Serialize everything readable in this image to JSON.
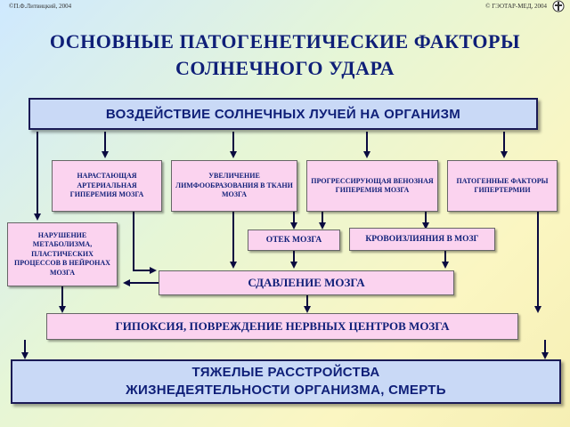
{
  "header": {
    "copyright_left": "©П.Ф.Литвицкий, 2004",
    "copyright_right": "© ГЭОТАР-МЕД, 2004",
    "logo_icon": "cross-logo-icon"
  },
  "title": {
    "line1": "ОСНОВНЫЕ ПАТОГЕНЕТИЧЕСКИЕ ФАКТОРЫ",
    "line2": "СОЛНЕЧНОГО УДАРА"
  },
  "boxes": {
    "top": "ВОЗДЕЙСТВИЕ СОЛНЕЧНЫХ ЛУЧЕЙ НА ОРГАНИЗМ",
    "hyperemia_arterial": "НАРАСТАЮЩАЯ АРТЕРИАЛЬНАЯ ГИПЕРЕМИЯ МОЗГА",
    "lymph": "УВЕЛИЧЕНИЕ ЛИМФООБРАЗОВАНИЯ В ТКАНИ МОЗГА",
    "venous": "ПРОГРЕССИРУЮЩАЯ ВЕНОЗНАЯ ГИПЕРЕМИЯ МОЗГА",
    "hyperthermia": "ПАТОГЕННЫЕ ФАКТОРЫ ГИПЕРТЕРМИИ",
    "metabolism": "НАРУШЕНИЕ МЕТАБОЛИЗМА, ПЛАСТИЧЕСКИХ ПРОЦЕССОВ В НЕЙРОНАХ МОЗГА",
    "edema": "ОТЕК МОЗГА",
    "hemorrhage": "КРОВОИЗЛИЯНИЯ В МОЗГ",
    "compression": "СДАВЛЕНИЕ МОЗГА",
    "hypoxia": "ГИПОКСИЯ, ПОВРЕЖДЕНИЕ НЕРВНЫХ ЦЕНТРОВ МОЗГА",
    "outcome": "ТЯЖЕЛЫЕ РАССТРОЙСТВА ЖИЗНЕДЕЯТЕЛЬНОСТИ ОРГАНИЗМА, СМЕРТЬ"
  },
  "colors": {
    "box_pink": "#fbd3ef",
    "box_blue": "#c9d9f6",
    "text": "#0f1f78",
    "arrow": "#0a0a40"
  }
}
